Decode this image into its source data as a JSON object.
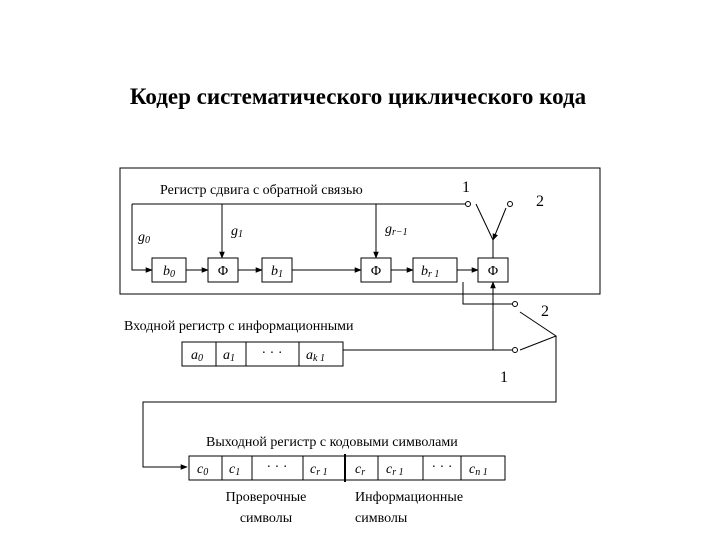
{
  "title": "Кодер систематического циклического кода",
  "shift_register": {
    "label": "Регистр сдвига с обратной связью",
    "coeffs": [
      "g",
      "g",
      "g"
    ],
    "coeff_subs": [
      "0",
      "1",
      "r−1"
    ],
    "cells": [
      {
        "main": "b",
        "sub": "0"
      },
      {
        "main": "Φ",
        "sub": ""
      },
      {
        "main": "b",
        "sub": "1"
      },
      {
        "main": "Φ",
        "sub": ""
      },
      {
        "main": "b",
        "sub": "r 1"
      },
      {
        "main": "Φ",
        "sub": ""
      }
    ],
    "switch_labels": [
      "1",
      "2"
    ]
  },
  "input_register": {
    "label": "Входной регистр с информационными",
    "cells": [
      {
        "main": "a",
        "sub": "0"
      },
      {
        "main": "a",
        "sub": "1"
      },
      {
        "main": "· · ·",
        "sub": ""
      },
      {
        "main": "a",
        "sub": "k 1"
      }
    ],
    "switch_labels": [
      "2",
      "1"
    ]
  },
  "output_register": {
    "label": "Выходной регистр с кодовыми символами",
    "cells": [
      {
        "main": "c",
        "sub": "0"
      },
      {
        "main": "c",
        "sub": "1"
      },
      {
        "main": "· · ·",
        "sub": ""
      },
      {
        "main": "c",
        "sub": "r 1"
      },
      {
        "main": "c",
        "sub": "r"
      },
      {
        "main": "c",
        "sub": "r 1"
      },
      {
        "main": "· · ·",
        "sub": ""
      },
      {
        "main": "c",
        "sub": "n 1"
      }
    ],
    "check_label": [
      "Проверочные",
      "символы"
    ],
    "info_label": [
      "Информационные",
      "символы"
    ]
  }
}
